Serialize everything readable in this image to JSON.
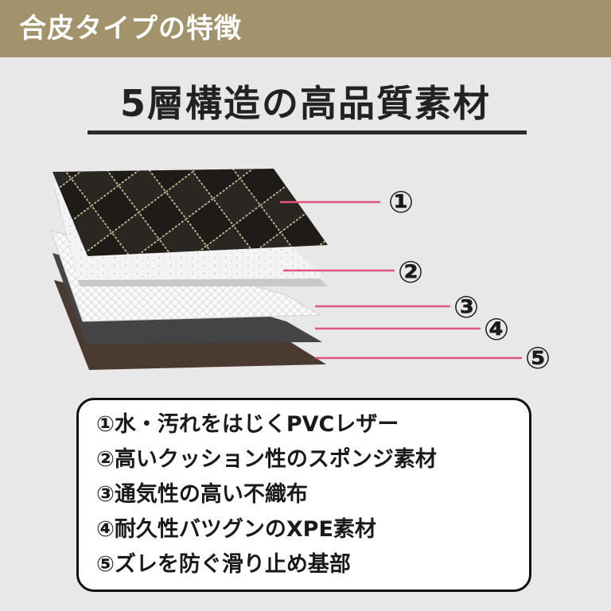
{
  "header": {
    "title": "合皮タイプの特徴"
  },
  "main_title": "5層構造の高品質素材",
  "layers": [
    {
      "number": "①"
    },
    {
      "number": "②"
    },
    {
      "number": "③"
    },
    {
      "number": "④"
    },
    {
      "number": "⑤"
    }
  ],
  "features": [
    "①水・汚れをはじくPVCレザー",
    "②高いクッション性のスポンジ素材",
    "③通気性の高い不織布",
    "④耐久性バツグンのXPE素材",
    "⑤ズレを防ぐ滑り止め基部"
  ],
  "colors": {
    "header_bg": "#a3936d",
    "background": "#e8e8e8",
    "leader_line": "#e0567d",
    "stitch": "#d8c9a0",
    "leather": "#1e1b18",
    "base_brown": "#4a3a30"
  }
}
